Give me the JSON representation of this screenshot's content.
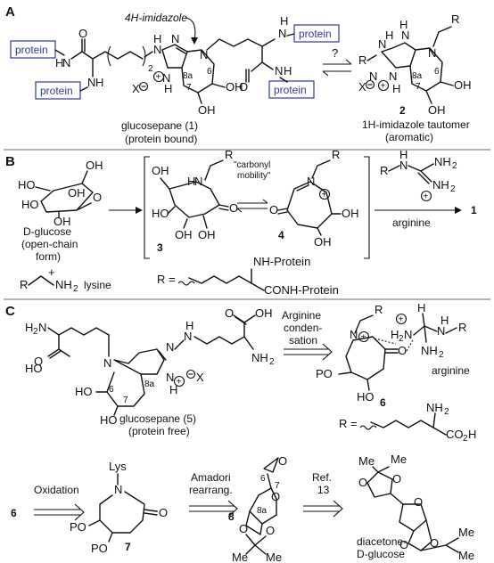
{
  "panel_a": {
    "letter": "A",
    "protein_label": "protein",
    "imidazole_label": "4H-imidazole",
    "question": "?",
    "atom_H": "H",
    "atom_N": "N",
    "atom_O": "O",
    "atom_OH": "OH",
    "atom_X": "X",
    "atom_2": "2",
    "atom_R": "R",
    "loc_8a": "8a",
    "loc_7": "7",
    "loc_6": "6",
    "compound1_name": "glucosepane (1)",
    "compound1_sub": "(protein bound)",
    "compound2_num": "2",
    "compound2_name": "1H-imidazole tautomer",
    "compound2_sub": "(aromatic)"
  },
  "panel_b": {
    "letter": "B",
    "glucose_line1": "D-glucose",
    "glucose_line2": "(open-chain",
    "glucose_line3": "form)",
    "plus": "+",
    "lysine": "lysine",
    "atom_R": "R",
    "atom_NH2": "NH",
    "atom_2": "2",
    "atom_HO": "HO",
    "atom_OH": "OH",
    "atom_O": "O",
    "atom_N": "N",
    "atom_H": "H",
    "carbonyl_line1": "\"carbonyl",
    "carbonyl_line2": "mobility\"",
    "compound3": "3",
    "compound4": "4",
    "arginine": "arginine",
    "product": "1",
    "r_def": "R =",
    "nh_protein": "NH-Protein",
    "conh_protein": "CONH-Protein"
  },
  "panel_c": {
    "letter": "C",
    "atom_H2N": "H",
    "atom_2": "2",
    "atom_N": "N",
    "atom_HO": "HO",
    "atom_OH": "OH",
    "atom_O": "O",
    "atom_H": "H",
    "atom_X": "X",
    "atom_NH2": "NH",
    "atom_PO": "PO",
    "atom_R": "R",
    "atom_CO2H": "CO",
    "atom_Lys": "Lys",
    "atom_Me": "Me",
    "loc_8a": "8a",
    "loc_7": "7",
    "loc_6": "6",
    "compound5_name": "glucosepane (5)",
    "compound5_sub": "(protein free)",
    "step1_line1": "Arginine",
    "step1_line2": "conden-",
    "step1_line3": "sation",
    "arginine": "arginine",
    "compound6": "6",
    "r_def": "R =",
    "oxidation": "Oxidation",
    "compound7": "7",
    "amadori_line1": "Amadori",
    "amadori_line2": "rearrang.",
    "compound8": "8",
    "ref_line1": "Ref.",
    "ref_line2": "13",
    "diacetone_line1": "diacetone-",
    "diacetone_line2": "D-glucose",
    "start6": "6"
  },
  "colors": {
    "ink": "#111111",
    "protein_blue": "#2f3b8f",
    "divider_gray": "#6a6a6a"
  }
}
